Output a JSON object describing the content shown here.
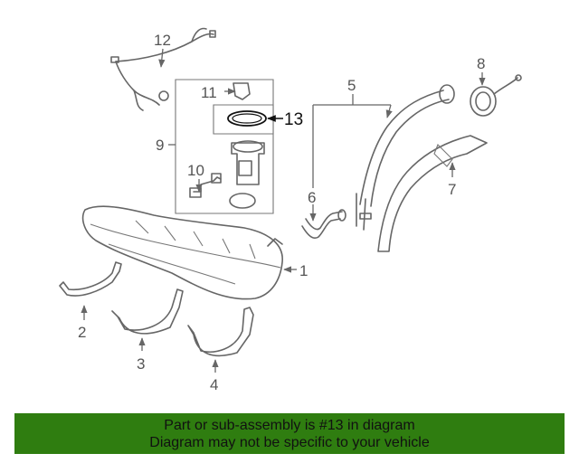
{
  "diagram": {
    "callouts": [
      "1",
      "2",
      "3",
      "4",
      "5",
      "6",
      "7",
      "8",
      "9",
      "10",
      "11",
      "12",
      "13"
    ],
    "highlighted_callout": "13"
  },
  "banner": {
    "line1": "Part or sub-assembly is #13 in diagram",
    "line2": "Diagram may not be specific to your vehicle",
    "background_color": "#2f7d10"
  }
}
